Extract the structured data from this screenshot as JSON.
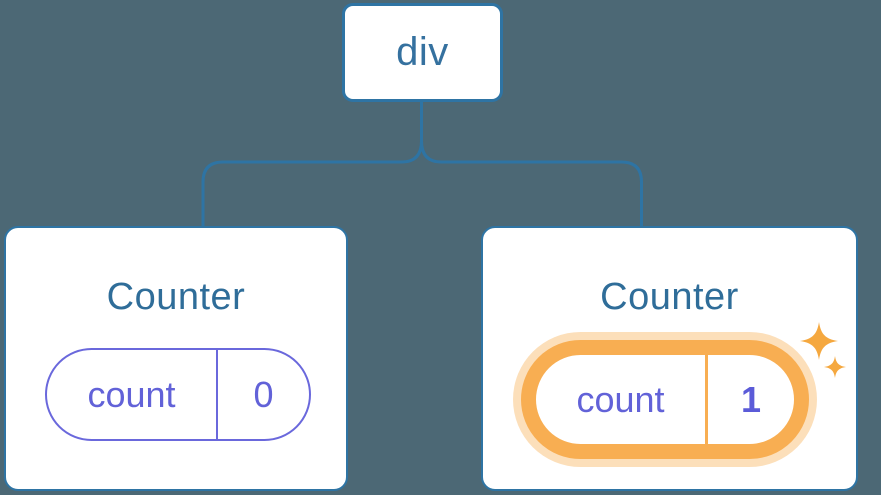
{
  "diagram": {
    "description": "React component tree showing state preserved per position",
    "root": {
      "label": "div"
    },
    "children": [
      {
        "title": "Counter",
        "state": {
          "key": "count",
          "value": "0"
        },
        "highlighted": false
      },
      {
        "title": "Counter",
        "state": {
          "key": "count",
          "value": "1"
        },
        "highlighted": true
      }
    ]
  },
  "colors": {
    "background": "#4C6875",
    "node_fill": "#FFFFFF",
    "connector_blue": "#2E74A4",
    "label_blue": "#35719F",
    "title_blue": "#2F6D99",
    "state_purple": "#6262D8",
    "pill_border_purple": "#6A68DC",
    "highlight_orange": "#F8AE52",
    "highlight_glow": "rgba(248,174,82,0.40)",
    "sparkle_orange": "#F5A83F"
  }
}
